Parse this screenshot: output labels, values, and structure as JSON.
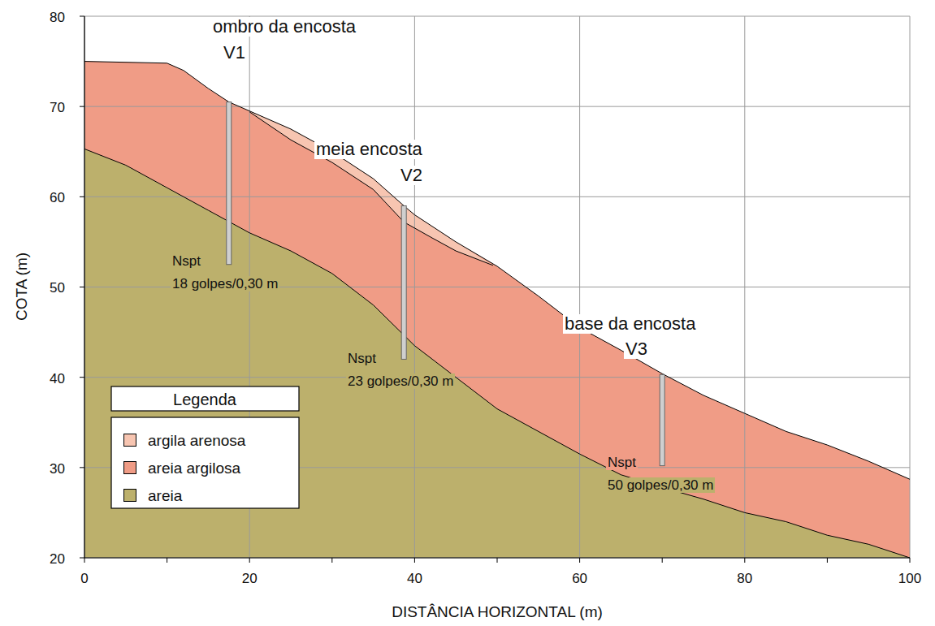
{
  "diagram": {
    "labels": [
      "80",
      "70",
      "60",
      "50",
      "40",
      "30",
      "20",
      "0",
      "20",
      "40",
      "60",
      "80",
      "100",
      "COTA (m)",
      "DISTÂNCIA HORIZONTAL (m)",
      "ombro da encosta",
      "V1",
      "meia encosta",
      "V2",
      "base da encosta",
      "V3",
      "Nspt",
      "18 golpes/0,30 m",
      "Nspt",
      "23 golpes/0,30 m",
      "Nspt",
      "50 golpes/0,30 m",
      "Legenda"
    ],
    "legend": [
      {
        "text": "argila arenosa",
        "color": "#f7c5b1"
      },
      {
        "text": "areia argilosa",
        "color": "#f09c86"
      },
      {
        "text": "areia",
        "color": "#bcb06c"
      }
    ]
  }
}
